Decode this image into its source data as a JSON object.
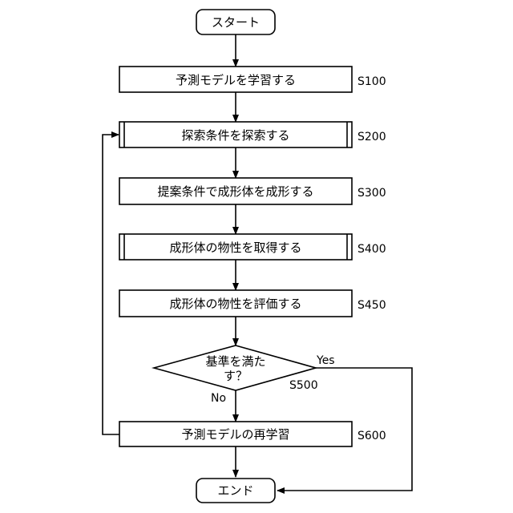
{
  "nodes": {
    "start": {
      "label": "スタート"
    },
    "s100": {
      "label": "予測モデルを学習する",
      "step": "S100"
    },
    "s200": {
      "label": "探索条件を探索する",
      "step": "S200"
    },
    "s300": {
      "label": "提案条件で成形体を成形する",
      "step": "S300"
    },
    "s400": {
      "label": "成形体の物性を取得する",
      "step": "S400"
    },
    "s450": {
      "label": "成形体の物性を評価する",
      "step": "S450"
    },
    "s500": {
      "label_line1": "基準を満た",
      "label_line2": "す？",
      "step": "S500",
      "yes": "Yes",
      "no": "No"
    },
    "s600": {
      "label": "予測モデルの再学習",
      "step": "S600"
    },
    "end": {
      "label": "エンド"
    }
  }
}
